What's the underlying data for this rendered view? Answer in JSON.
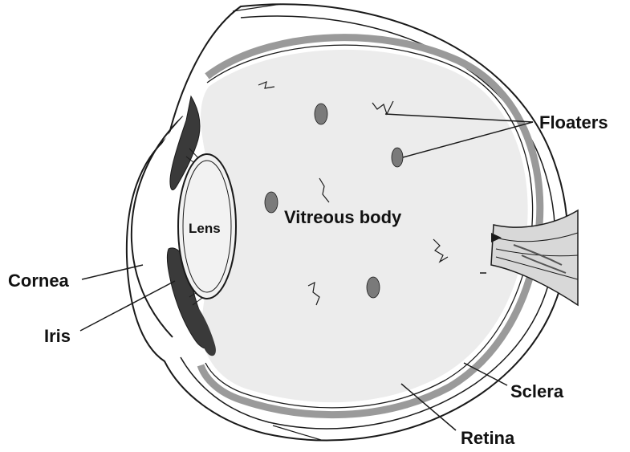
{
  "labels": {
    "floaters": "Floaters",
    "vitreous": "Vitreous body",
    "lens": "Lens",
    "cornea": "Cornea",
    "iris": "Iris",
    "sclera": "Sclera",
    "retina": "Retina"
  },
  "colors": {
    "outline": "#1a1a1a",
    "vitreous_fill": "#ececec",
    "retina_band": "#9a9a9a",
    "iris_fill": "#3a3a3a",
    "floater_fill": "#7a7a7a",
    "lens_fill": "#f2f2f2"
  }
}
